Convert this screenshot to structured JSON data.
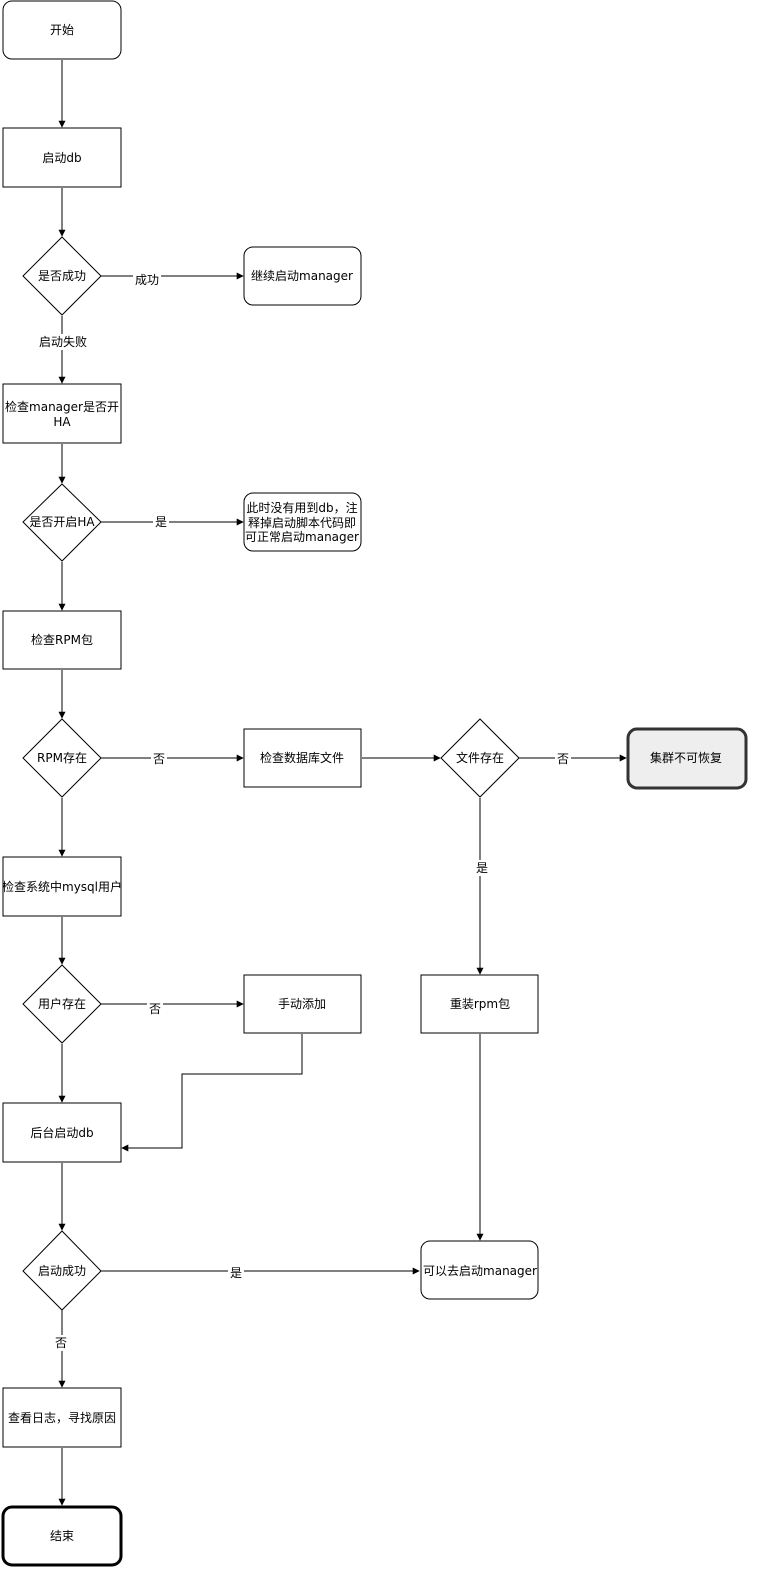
{
  "nodes": {
    "start": "开始",
    "start_db": "启动db",
    "is_success": "是否成功",
    "continue_manager": "继续启动manager",
    "check_ha": [
      "检查manager是否开",
      "HA"
    ],
    "is_ha": "是否开启HA",
    "ha_note": [
      "此时没有用到db，注",
      "释掉启动脚本代码即",
      "可正常启动manager"
    ],
    "check_rpm": "检查RPM包",
    "rpm_exists": "RPM存在",
    "check_db_file": "检查数据库文件",
    "file_exists": "文件存在",
    "unrecoverable": "集群不可恢复",
    "check_mysql_user": "检查系统中mysql用户",
    "user_exists": "用户存在",
    "manual_add": "手动添加",
    "reinstall_rpm": "重装rpm包",
    "bg_start_db": "后台启动db",
    "start_success": "启动成功",
    "can_start_manager": "可以去启动manager",
    "check_log": "查看日志，寻找原因",
    "end": "结束"
  },
  "edges": {
    "success": "成功",
    "start_failed": "启动失败",
    "yes_ha": "是",
    "no_rpm": "否",
    "no_file": "否",
    "yes_file": "是",
    "no_user": "否",
    "yes_start": "是",
    "no_start": "否"
  }
}
